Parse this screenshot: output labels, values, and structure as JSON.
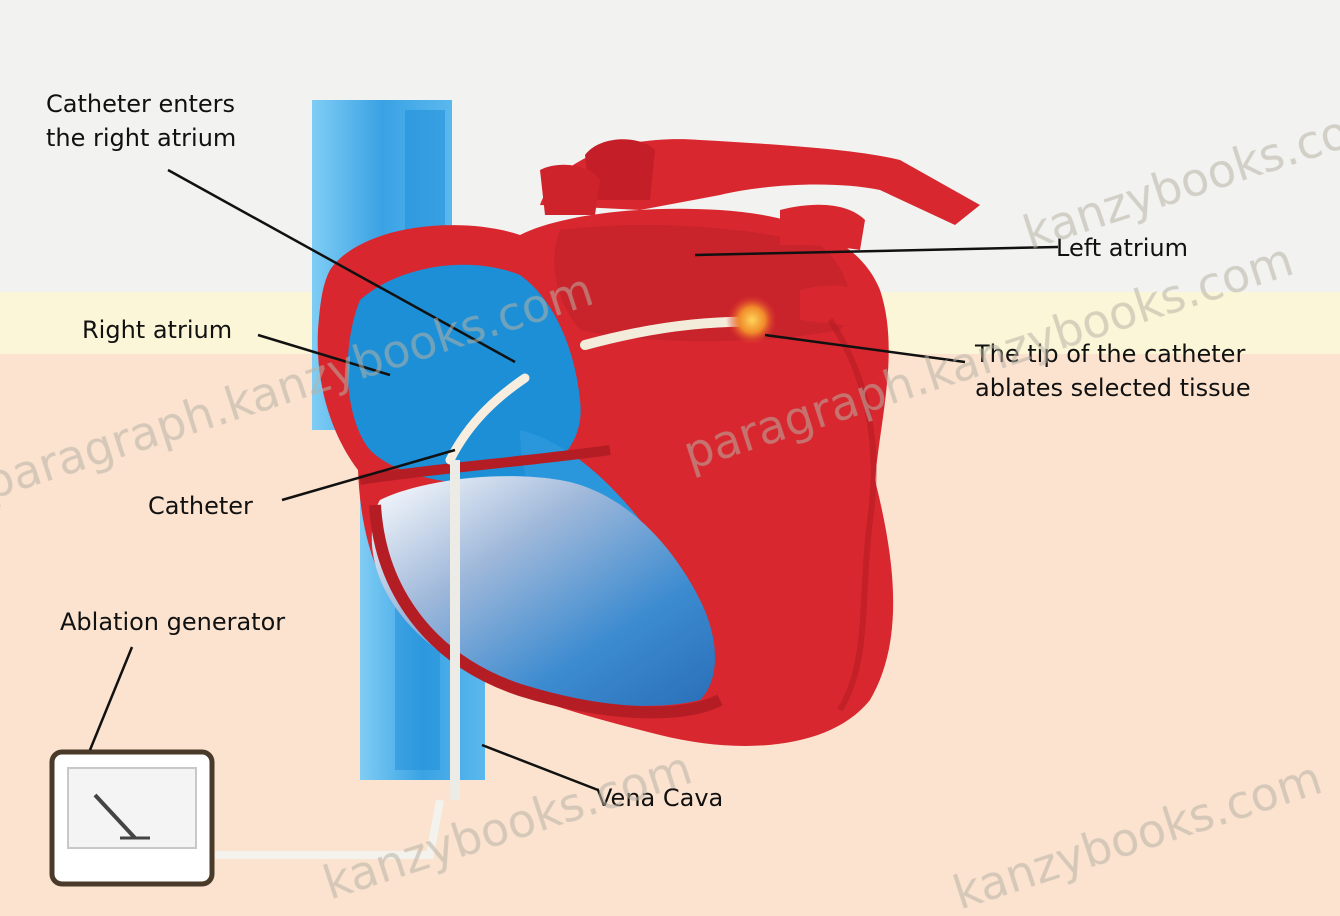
{
  "labels": {
    "catheter_enters": [
      "Catheter enters",
      "the right atrium"
    ],
    "left_atrium": "Left atrium",
    "right_atrium": "Right atrium",
    "tip_ablates": [
      "The tip of the catheter",
      "ablates selected tissue"
    ],
    "catheter": "Catheter",
    "ablation_generator": "Ablation generator",
    "vena_cava": "Vena Cava"
  },
  "watermarks": [
    "paragraph.kanzybooks.com",
    "kanzybooks.com",
    "paragraph.kanzybooks.com",
    "kanzybooks.com",
    "kanzybooks.com"
  ],
  "colors": {
    "sky": "#f2f2f0",
    "band": "#fbf6d7",
    "skin": "#fbe3cf",
    "heart": "#d8272f",
    "heart_dark": "#b51d25",
    "vein": "#4aaee8",
    "vein_light": "#79ccf4",
    "chamber": "#1c8fd6"
  }
}
